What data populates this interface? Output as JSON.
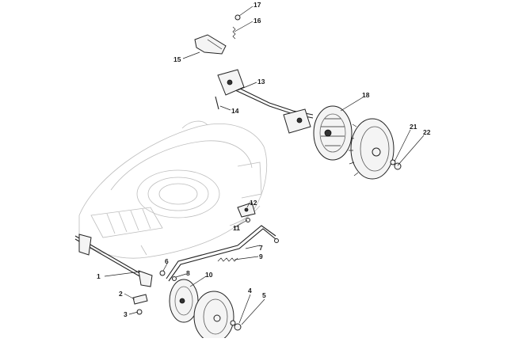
{
  "callouts": [
    {
      "id": "c1",
      "label": "1"
    },
    {
      "id": "c2",
      "label": "2"
    },
    {
      "id": "c3",
      "label": "3"
    },
    {
      "id": "c4",
      "label": "4"
    },
    {
      "id": "c5",
      "label": "5"
    },
    {
      "id": "c6",
      "label": "6"
    },
    {
      "id": "c7",
      "label": "7"
    },
    {
      "id": "c8",
      "label": "8"
    },
    {
      "id": "c9",
      "label": "9"
    },
    {
      "id": "c10",
      "label": "10"
    },
    {
      "id": "c11",
      "label": "11"
    },
    {
      "id": "c12",
      "label": "12"
    },
    {
      "id": "c13",
      "label": "13"
    },
    {
      "id": "c14",
      "label": "14"
    },
    {
      "id": "c15",
      "label": "15"
    },
    {
      "id": "c16",
      "label": "16"
    },
    {
      "id": "c17",
      "label": "17"
    },
    {
      "id": "c18",
      "label": "18"
    },
    {
      "id": "c21",
      "label": "21"
    },
    {
      "id": "c22",
      "label": "22"
    }
  ]
}
